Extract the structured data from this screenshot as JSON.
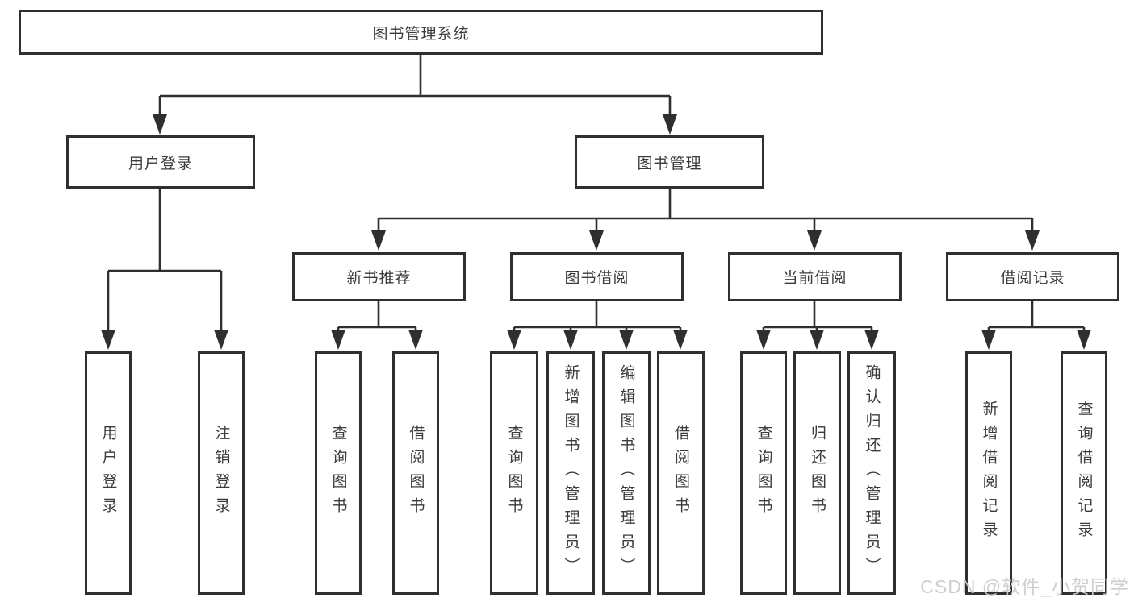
{
  "diagram": {
    "root": {
      "label": "图书管理系统"
    },
    "level2": {
      "user_login": {
        "label": "用户登录"
      },
      "book_mgmt": {
        "label": "图书管理"
      }
    },
    "level3": {
      "new_book_rec": {
        "label": "新书推荐"
      },
      "book_borrow": {
        "label": "图书借阅"
      },
      "current_borrow": {
        "label": "当前借阅"
      },
      "borrow_records": {
        "label": "借阅记录"
      }
    },
    "leaves": {
      "user_login": [
        "用户登录",
        "注销登录"
      ],
      "new_book_rec": [
        "查询图书",
        "借阅图书"
      ],
      "book_borrow": [
        "查询图书",
        "新增图书（管理员）",
        "编辑图书（管理员）",
        "借阅图书"
      ],
      "current_borrow": [
        "查询图书",
        "归还图书",
        "确认归还（管理员）"
      ],
      "borrow_records": [
        "新增借阅记录",
        "查询借阅记录"
      ]
    }
  },
  "watermark": "CSDN @软件_小贺同学",
  "colors": {
    "line": "#2f2f2f",
    "text": "#3b3b3b",
    "background": "#ffffff",
    "watermark": "#cbcbcb"
  }
}
